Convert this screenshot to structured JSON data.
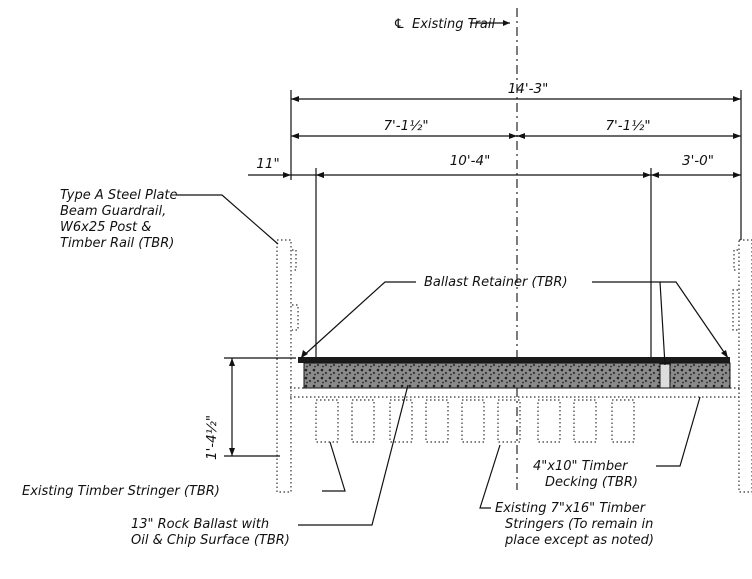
{
  "centerline": {
    "symbol": "℄",
    "label": "Existing Trail"
  },
  "dimensions": {
    "overall": "14'-3\"",
    "left_half": "7'-1½\"",
    "right_half": "7'-1½\"",
    "offset": "11\"",
    "inner_width": "10'-4\"",
    "right_gap": "3'-0\"",
    "height": "1'-4½\""
  },
  "callouts": {
    "guardrail": [
      "Type A Steel Plate",
      "Beam Guardrail,",
      "W6x25 Post &",
      "Timber Rail (TBR)"
    ],
    "ballast_retainer": "Ballast Retainer (TBR)",
    "decking": [
      "4\"x10\" Timber",
      "Decking (TBR)"
    ],
    "existing_stringer": "Existing Timber Stringer (TBR)",
    "rock_ballast": [
      "13\" Rock Ballast with",
      "Oil & Chip Surface (TBR)"
    ],
    "existing_stringers": [
      "Existing 7\"x16\" Timber",
      "Stringers (To remain in",
      "place except as noted)"
    ]
  },
  "colors": {
    "ink": "#111111",
    "fill_dark": "#1a1a1a",
    "ballast": "#6e6e6e"
  }
}
